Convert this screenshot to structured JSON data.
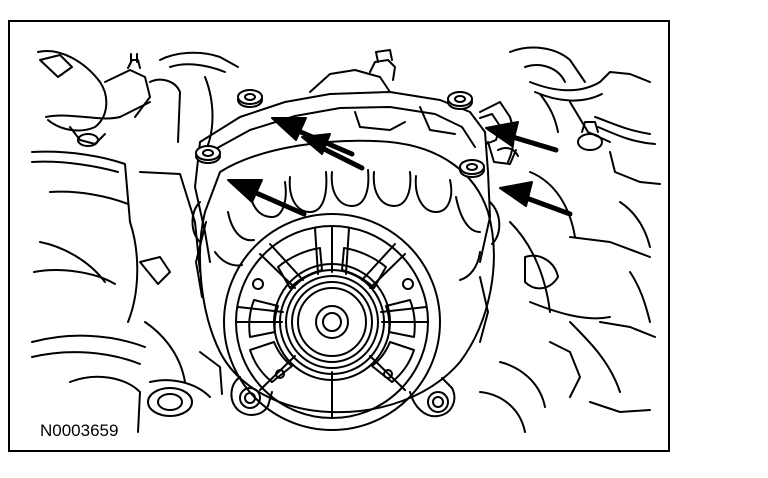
{
  "figure": {
    "reference_code": "N0003659",
    "line_color": "#000000",
    "background_color": "#ffffff",
    "subject": "generator-assembly",
    "callouts": {
      "arrow_count": 5,
      "target": "bolt"
    }
  }
}
